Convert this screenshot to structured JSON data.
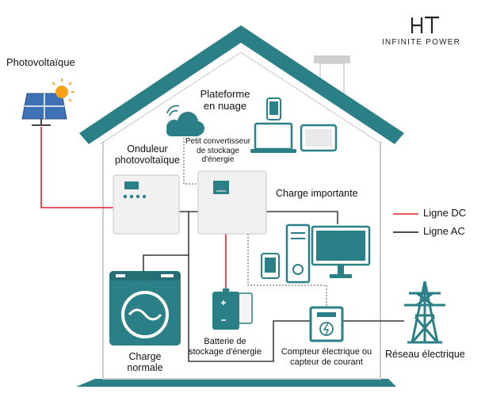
{
  "brand": {
    "logo_mark": "HT",
    "tagline": "INFINITE POWER"
  },
  "labels": {
    "photovoltaic": "Photovoltaïque",
    "cloud_platform_line1": "Plateforme",
    "cloud_platform_line2": "en nuage",
    "pv_inverter_line1": "Onduleur",
    "pv_inverter_line2": "photovoltaïque",
    "storage_converter_line1": "Petit convertisseur",
    "storage_converter_line2": "de stockage",
    "storage_converter_line3": "d'énergie",
    "heavy_load": "Charge importante",
    "battery_line1": "Batterie de",
    "battery_line2": "stockage d'énergie",
    "normal_load_line1": "Charge",
    "normal_load_line2": "normale",
    "meter_line1": "Compteur électrique ou",
    "meter_line2": "capteur de courant",
    "grid": "Réseau électrique"
  },
  "legend": [
    {
      "label": "Ligne DC",
      "color": "#d9232a"
    },
    {
      "label": "Ligne AC",
      "color": "#111111"
    }
  ],
  "colors": {
    "teal": "#2b7f86",
    "dc_line": "#d9232a",
    "ac_line": "#111111",
    "data_line": "#555555",
    "panel_blue": "#3f72b5",
    "sun": "#f5a21a"
  },
  "icons": [
    "solar-panel-icon",
    "sun-icon",
    "cloud-icon",
    "wifi-icon",
    "phone-icon",
    "laptop-icon",
    "tablet-icon",
    "pc-tower-icon",
    "monitor-icon",
    "washing-machine-icon",
    "battery-icon",
    "meter-icon",
    "pylon-icon"
  ]
}
